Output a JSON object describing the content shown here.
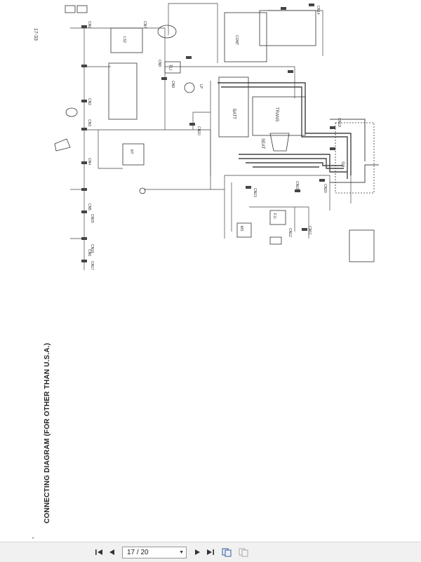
{
  "document": {
    "page_number": "17-33",
    "title": "CONNECTING DIAGRAM (FOR OTHER THAN U.S.A.)",
    "labels": {
      "batt": "BATT",
      "trans": "TRANS",
      "seat": "SEAT",
      "tu": "TU",
      "fu": "F.U.",
      "cn1": "CN1",
      "cn2": "CN2",
      "cn3": "CN3",
      "cn4": "CN4",
      "cn5": "CN5",
      "cn6": "CN6",
      "cn7": "CN7",
      "cn8": "CN8",
      "cn9": "CN9",
      "cn10": "CN10",
      "cn11": "CN11",
      "cn12": "CN12",
      "cn13": "CN13",
      "cn14": "CN14",
      "cn15": "CN15",
      "cn16": "CN16",
      "cn17": "CN17",
      "cn18": "CN18",
      "cn19": "CN19",
      "cn20": "CN20",
      "ls2": "LS2",
      "cont": "CONT",
      "lp": "LP",
      "ms": "MS",
      "rt": "RT",
      "sw": "SW"
    },
    "bottom_mark": "•"
  },
  "toolbar": {
    "first_icon": "first-page-icon",
    "prev_icon": "previous-page-icon",
    "page_display": "17 / 20",
    "next_icon": "next-page-icon",
    "last_icon": "last-page-icon",
    "view1_icon": "single-page-view-icon",
    "view2_icon": "two-page-view-icon"
  }
}
